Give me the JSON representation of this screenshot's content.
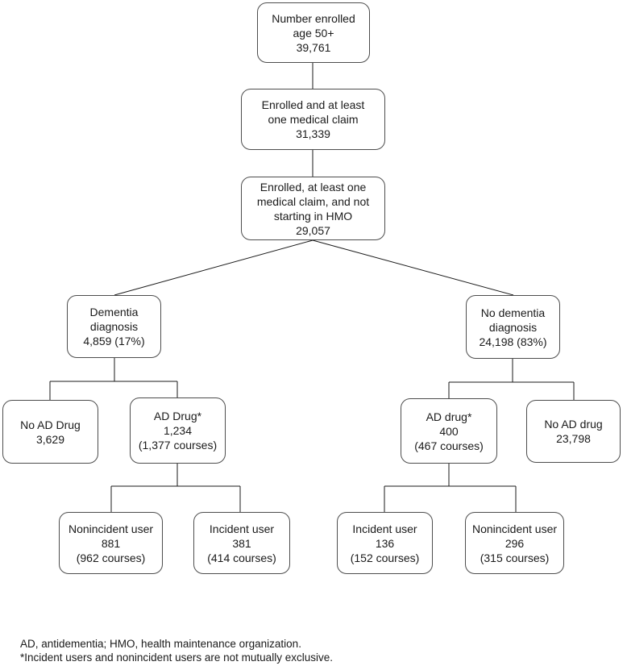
{
  "nodes": {
    "enrolled": {
      "lines": [
        "Number enrolled",
        "age 50+",
        "39,761"
      ]
    },
    "medicalClaim": {
      "lines": [
        "Enrolled and at least",
        "one medical claim",
        "31,339"
      ]
    },
    "notHmo": {
      "lines": [
        "Enrolled, at least one",
        "medical claim, and not",
        "starting in HMO",
        "29,057"
      ]
    },
    "dementia": {
      "lines": [
        "Dementia",
        "diagnosis",
        "4,859 (17%)"
      ]
    },
    "noDementia": {
      "lines": [
        "No dementia",
        "diagnosis",
        "24,198 (83%)"
      ]
    },
    "noAdDrugLeft": {
      "lines": [
        "No AD Drug",
        "3,629"
      ]
    },
    "adDrugLeft": {
      "lines": [
        "AD Drug*",
        "1,234",
        "(1,377 courses)"
      ]
    },
    "adDrugRight": {
      "lines": [
        "AD drug*",
        "400",
        "(467 courses)"
      ]
    },
    "noAdDrugRight": {
      "lines": [
        "No AD drug",
        "23,798"
      ]
    },
    "nonincidentLeft": {
      "lines": [
        "Nonincident user",
        "881",
        "(962 courses)"
      ]
    },
    "incidentLeft": {
      "lines": [
        "Incident user",
        "381",
        "(414 courses)"
      ]
    },
    "incidentRight": {
      "lines": [
        "Incident user",
        "136",
        "(152 courses)"
      ]
    },
    "nonincidentRight": {
      "lines": [
        "Nonincident user",
        "296",
        "(315 courses)"
      ]
    }
  },
  "footnotes": {
    "line1": "AD, antidementia; HMO, health maintenance organization.",
    "line2": "*Incident users and nonincident users are not mutually exclusive."
  },
  "colors": {
    "background": "#ffffff",
    "box_border": "#4d4d4d",
    "connector": "#1a1a1a",
    "text": "#1a1a1a"
  }
}
